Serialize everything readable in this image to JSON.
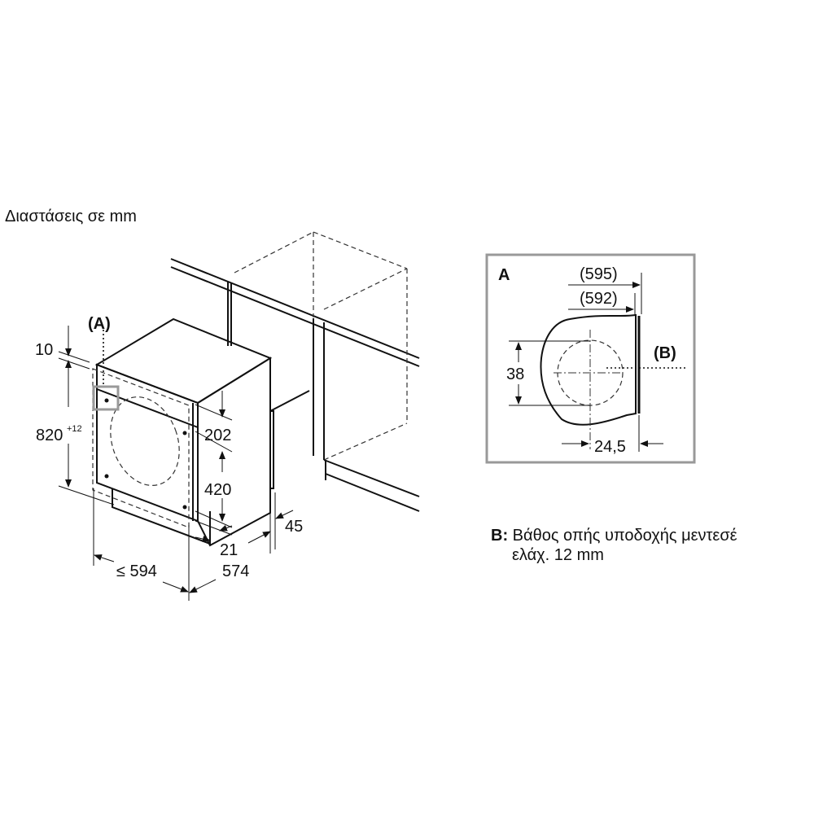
{
  "title": "Διαστάσεις σε mm",
  "main_view": {
    "callout": "(A)",
    "dims": {
      "top_gap": "10",
      "height": "820",
      "height_tol": "+12",
      "upper": "202",
      "middle": "420",
      "plinth_depth": "21",
      "rear_gap": "45",
      "width": "≤ 594",
      "depth": "574"
    }
  },
  "detail": {
    "label": "A",
    "dim_595": "(595)",
    "dim_592": "(592)",
    "dim_38": "38",
    "dim_245": "24,5",
    "callout_b": "(B)"
  },
  "note": {
    "key": "B:",
    "line1": "Βάθος οπής υποδοχής μεντεσέ",
    "line2": "ελάχ. 12 mm"
  }
}
